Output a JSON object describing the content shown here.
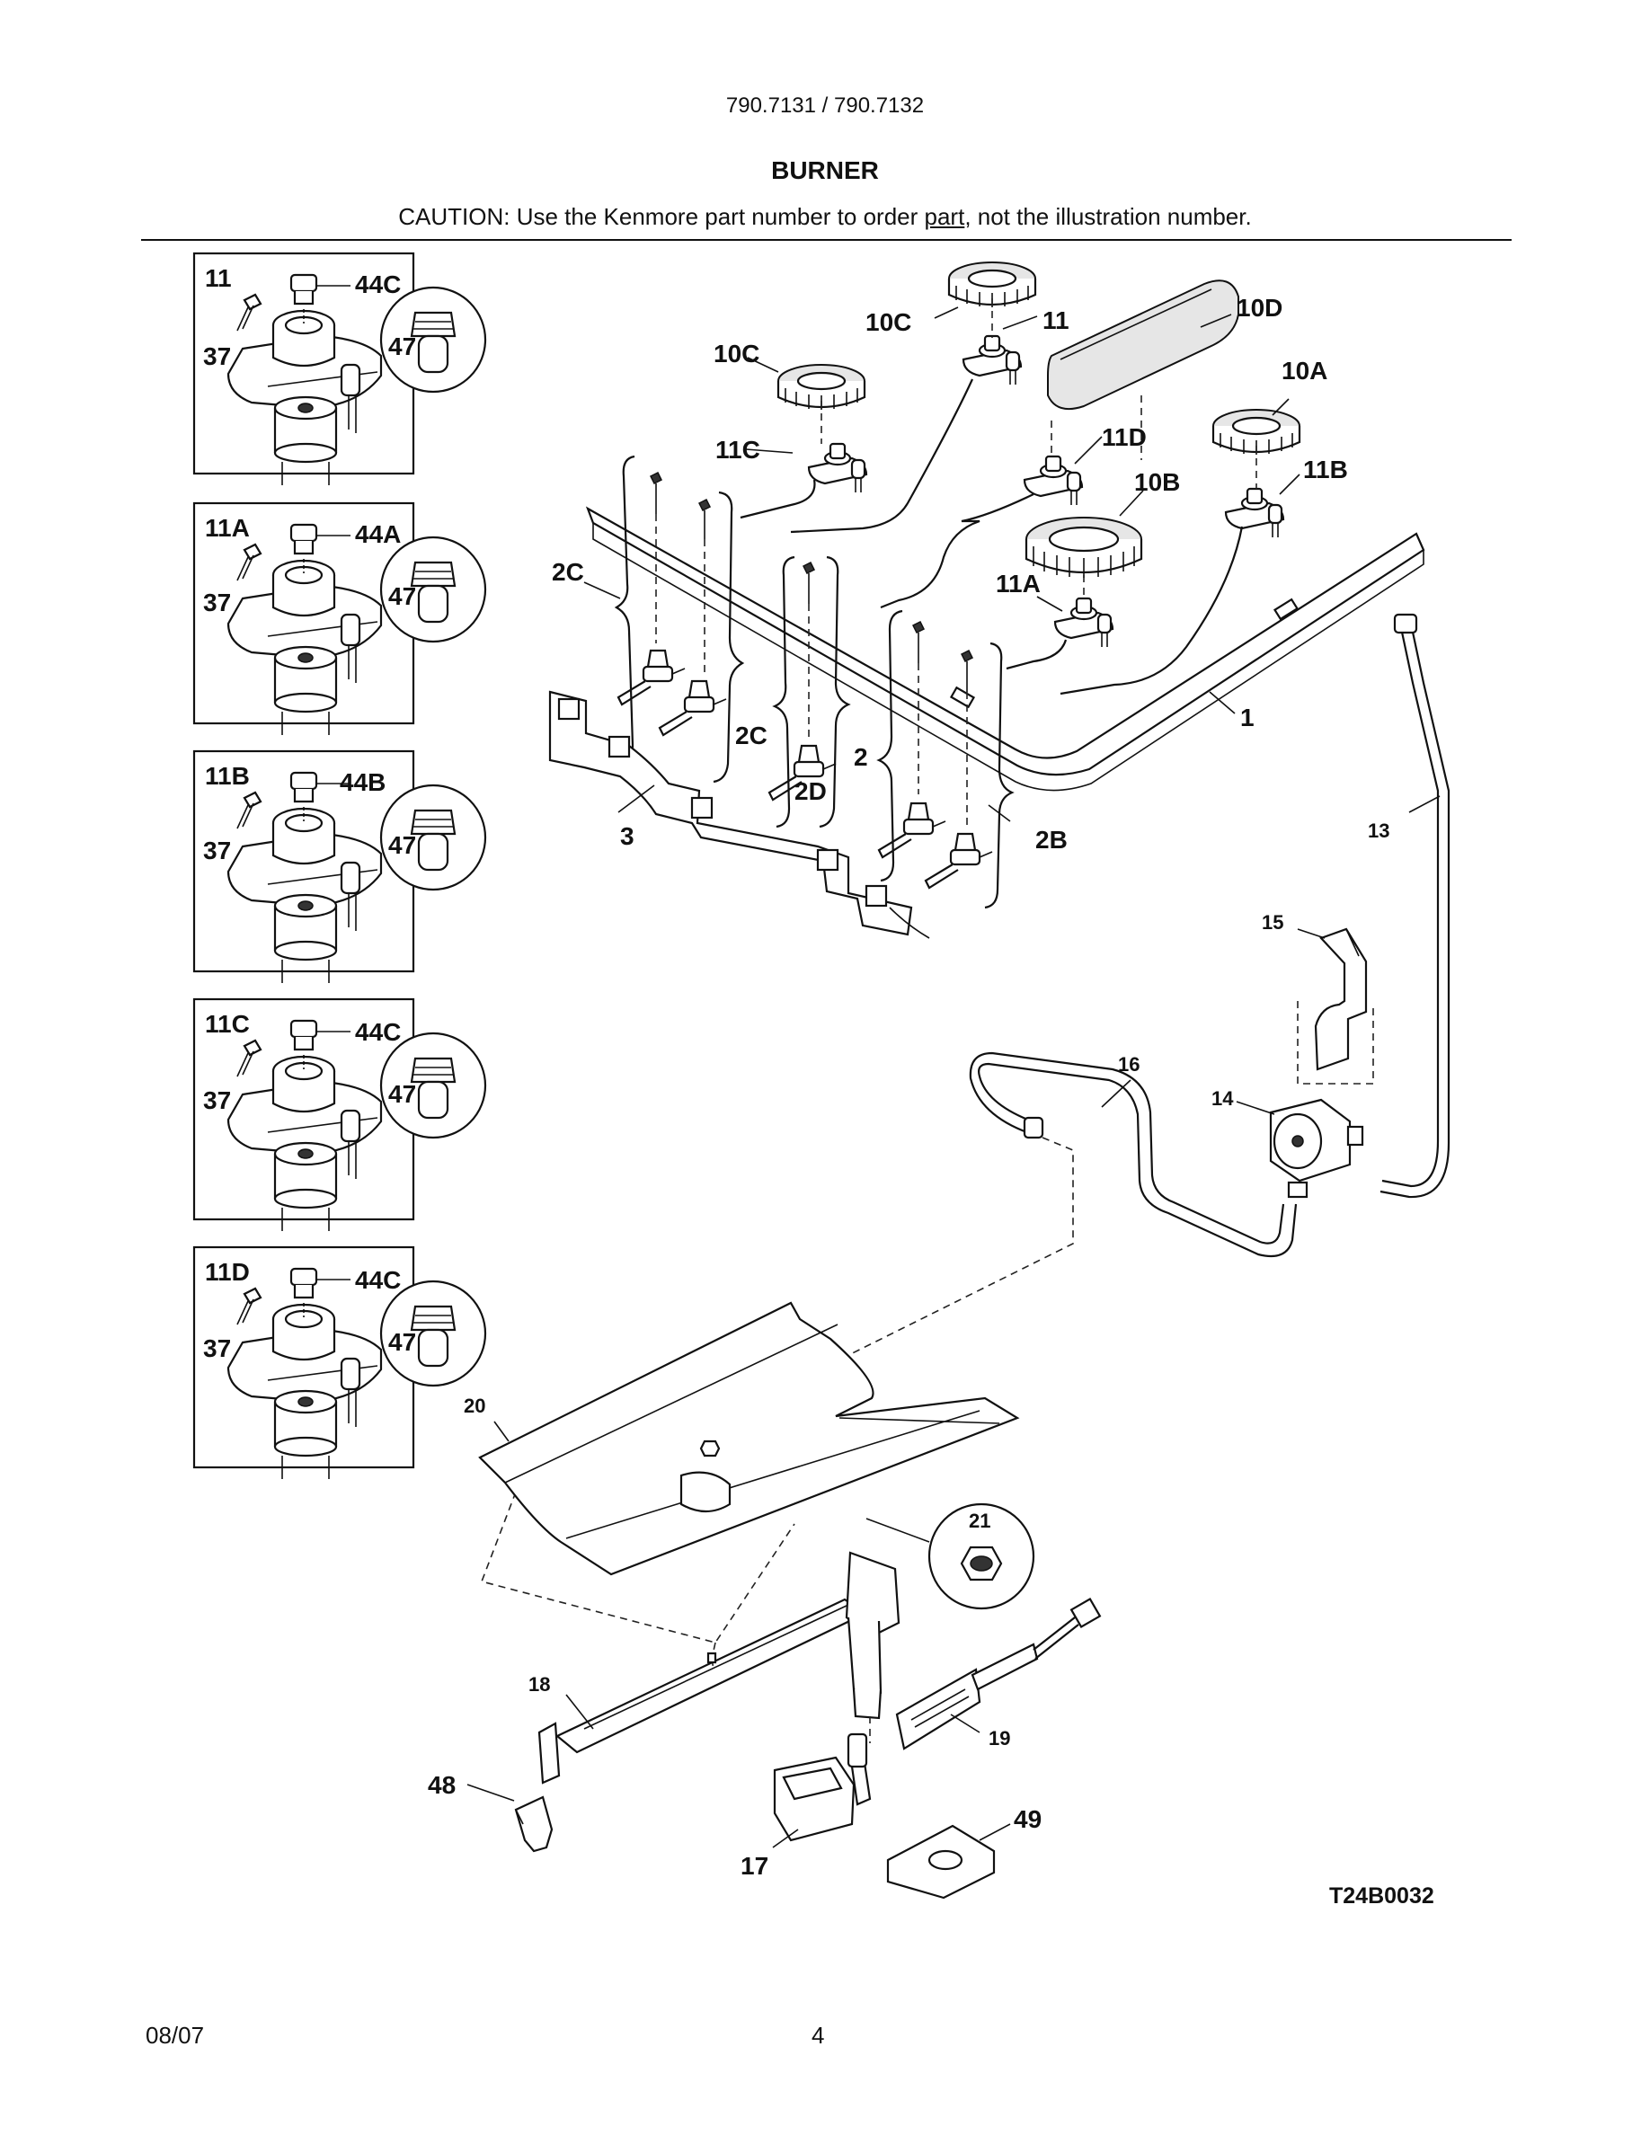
{
  "header": {
    "model": "790.7131 / 790.7132",
    "title": "BURNER",
    "caution_pre": "CAUTION: Use the Kenmore part number to order ",
    "caution_link": "part",
    "caution_post": ", not the illustration number."
  },
  "insets": [
    {
      "id": "11",
      "screw": "37",
      "cap": "44C",
      "orifice": "47"
    },
    {
      "id": "11A",
      "screw": "37",
      "cap": "44A",
      "orifice": "47"
    },
    {
      "id": "11B",
      "screw": "37",
      "cap": "44B",
      "orifice": "47"
    },
    {
      "id": "11C",
      "screw": "37",
      "cap": "44C",
      "orifice": "47"
    },
    {
      "id": "11D",
      "screw": "37",
      "cap": "44C",
      "orifice": "47"
    }
  ],
  "callouts": {
    "c10C_a": "10C",
    "c10C_b": "10C",
    "c11": "11",
    "c10D": "10D",
    "c10A": "10A",
    "c11C": "11C",
    "c11D": "11D",
    "c10B": "10B",
    "c11B": "11B",
    "c2C_a": "2C",
    "c11A": "11A",
    "c1": "1",
    "c2C_b": "2C",
    "c2": "2",
    "c2D": "2D",
    "c3": "3",
    "c2B": "2B",
    "c13": "13",
    "c15": "15",
    "c16": "16",
    "c14": "14",
    "c20": "20",
    "c21": "21",
    "c18": "18",
    "c19": "19",
    "c48": "48",
    "c49": "49",
    "c17": "17"
  },
  "footer": {
    "drawing_code": "T24B0032",
    "date": "08/07",
    "page": "4"
  }
}
